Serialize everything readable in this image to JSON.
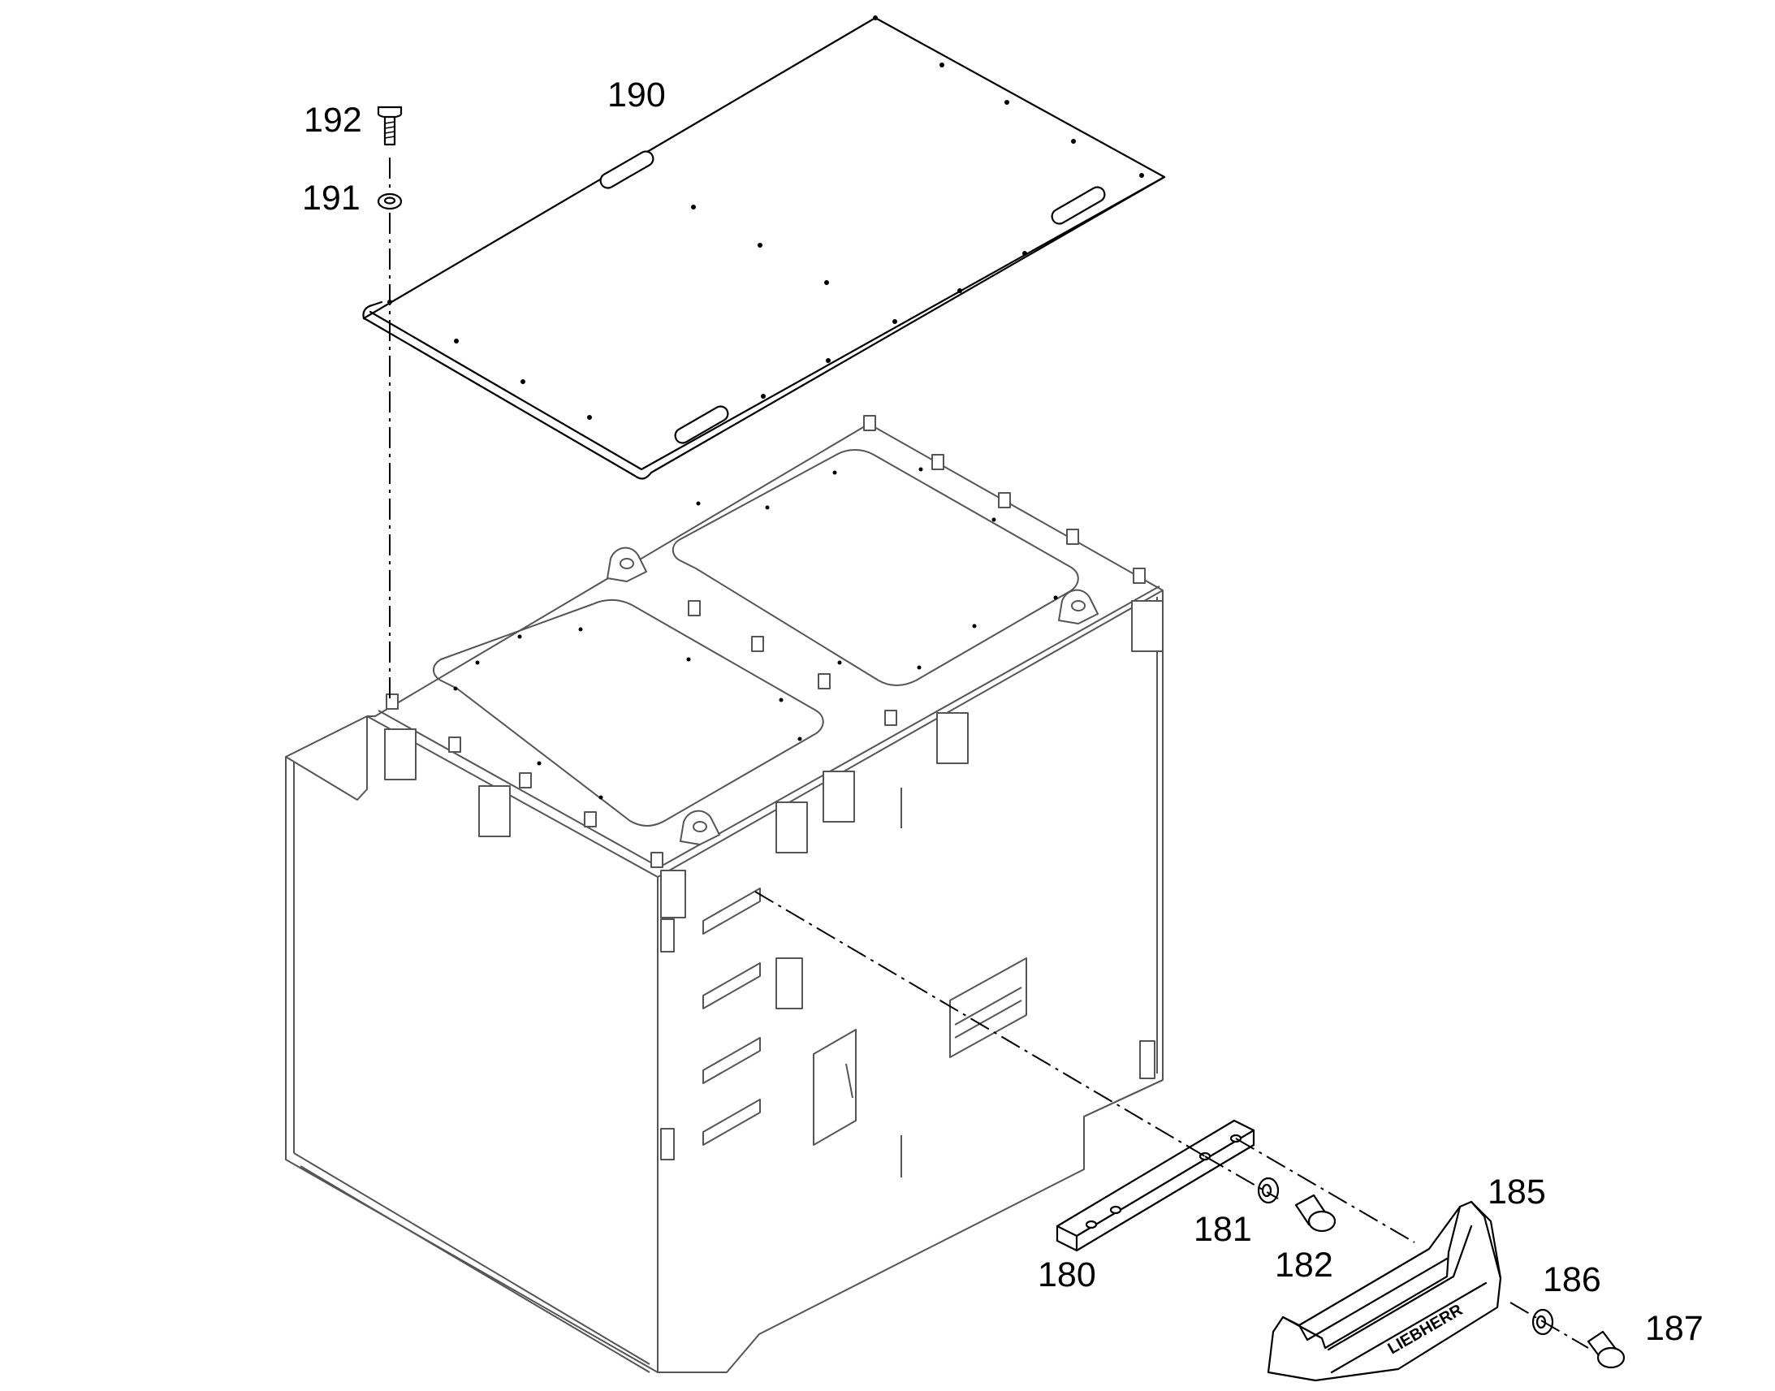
{
  "callouts": {
    "c190": "190",
    "c191": "191",
    "c192": "192",
    "c180": "180",
    "c181": "181",
    "c182": "182",
    "c185": "185",
    "c186": "186",
    "c187": "187"
  },
  "handle_logo": "LIEBHERR",
  "colors": {
    "line": "#000000",
    "body_line": "#555555",
    "background": "#ffffff"
  }
}
